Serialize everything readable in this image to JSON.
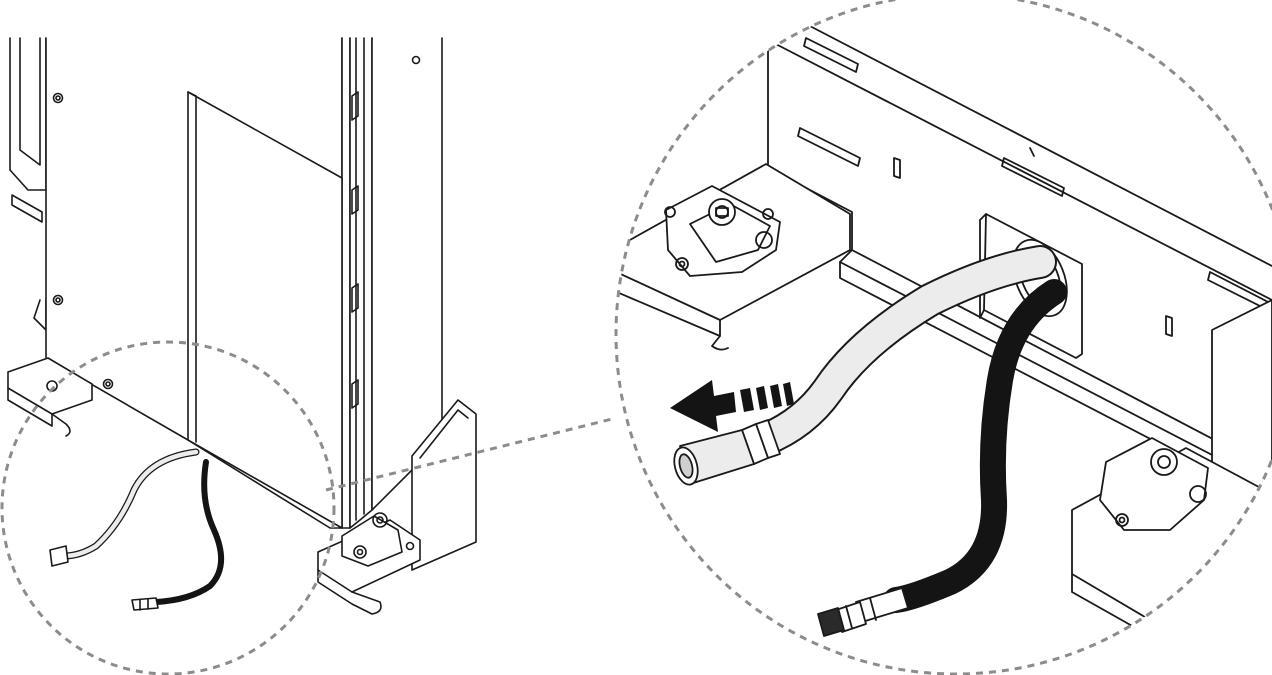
{
  "figure": {
    "kind": "installation-illustration",
    "background_color": "#ffffff",
    "line_color": "#1a1a1a",
    "callout_color": "#8c8c8c",
    "light_hose_color": "#ececec",
    "dark_hose_color": "#141414",
    "icons": {
      "pull_direction": "arrow-left-dashed-icon",
      "magnifier_link": "dashed-leader-line",
      "detail_frame": "dashed-circle-callout"
    }
  }
}
